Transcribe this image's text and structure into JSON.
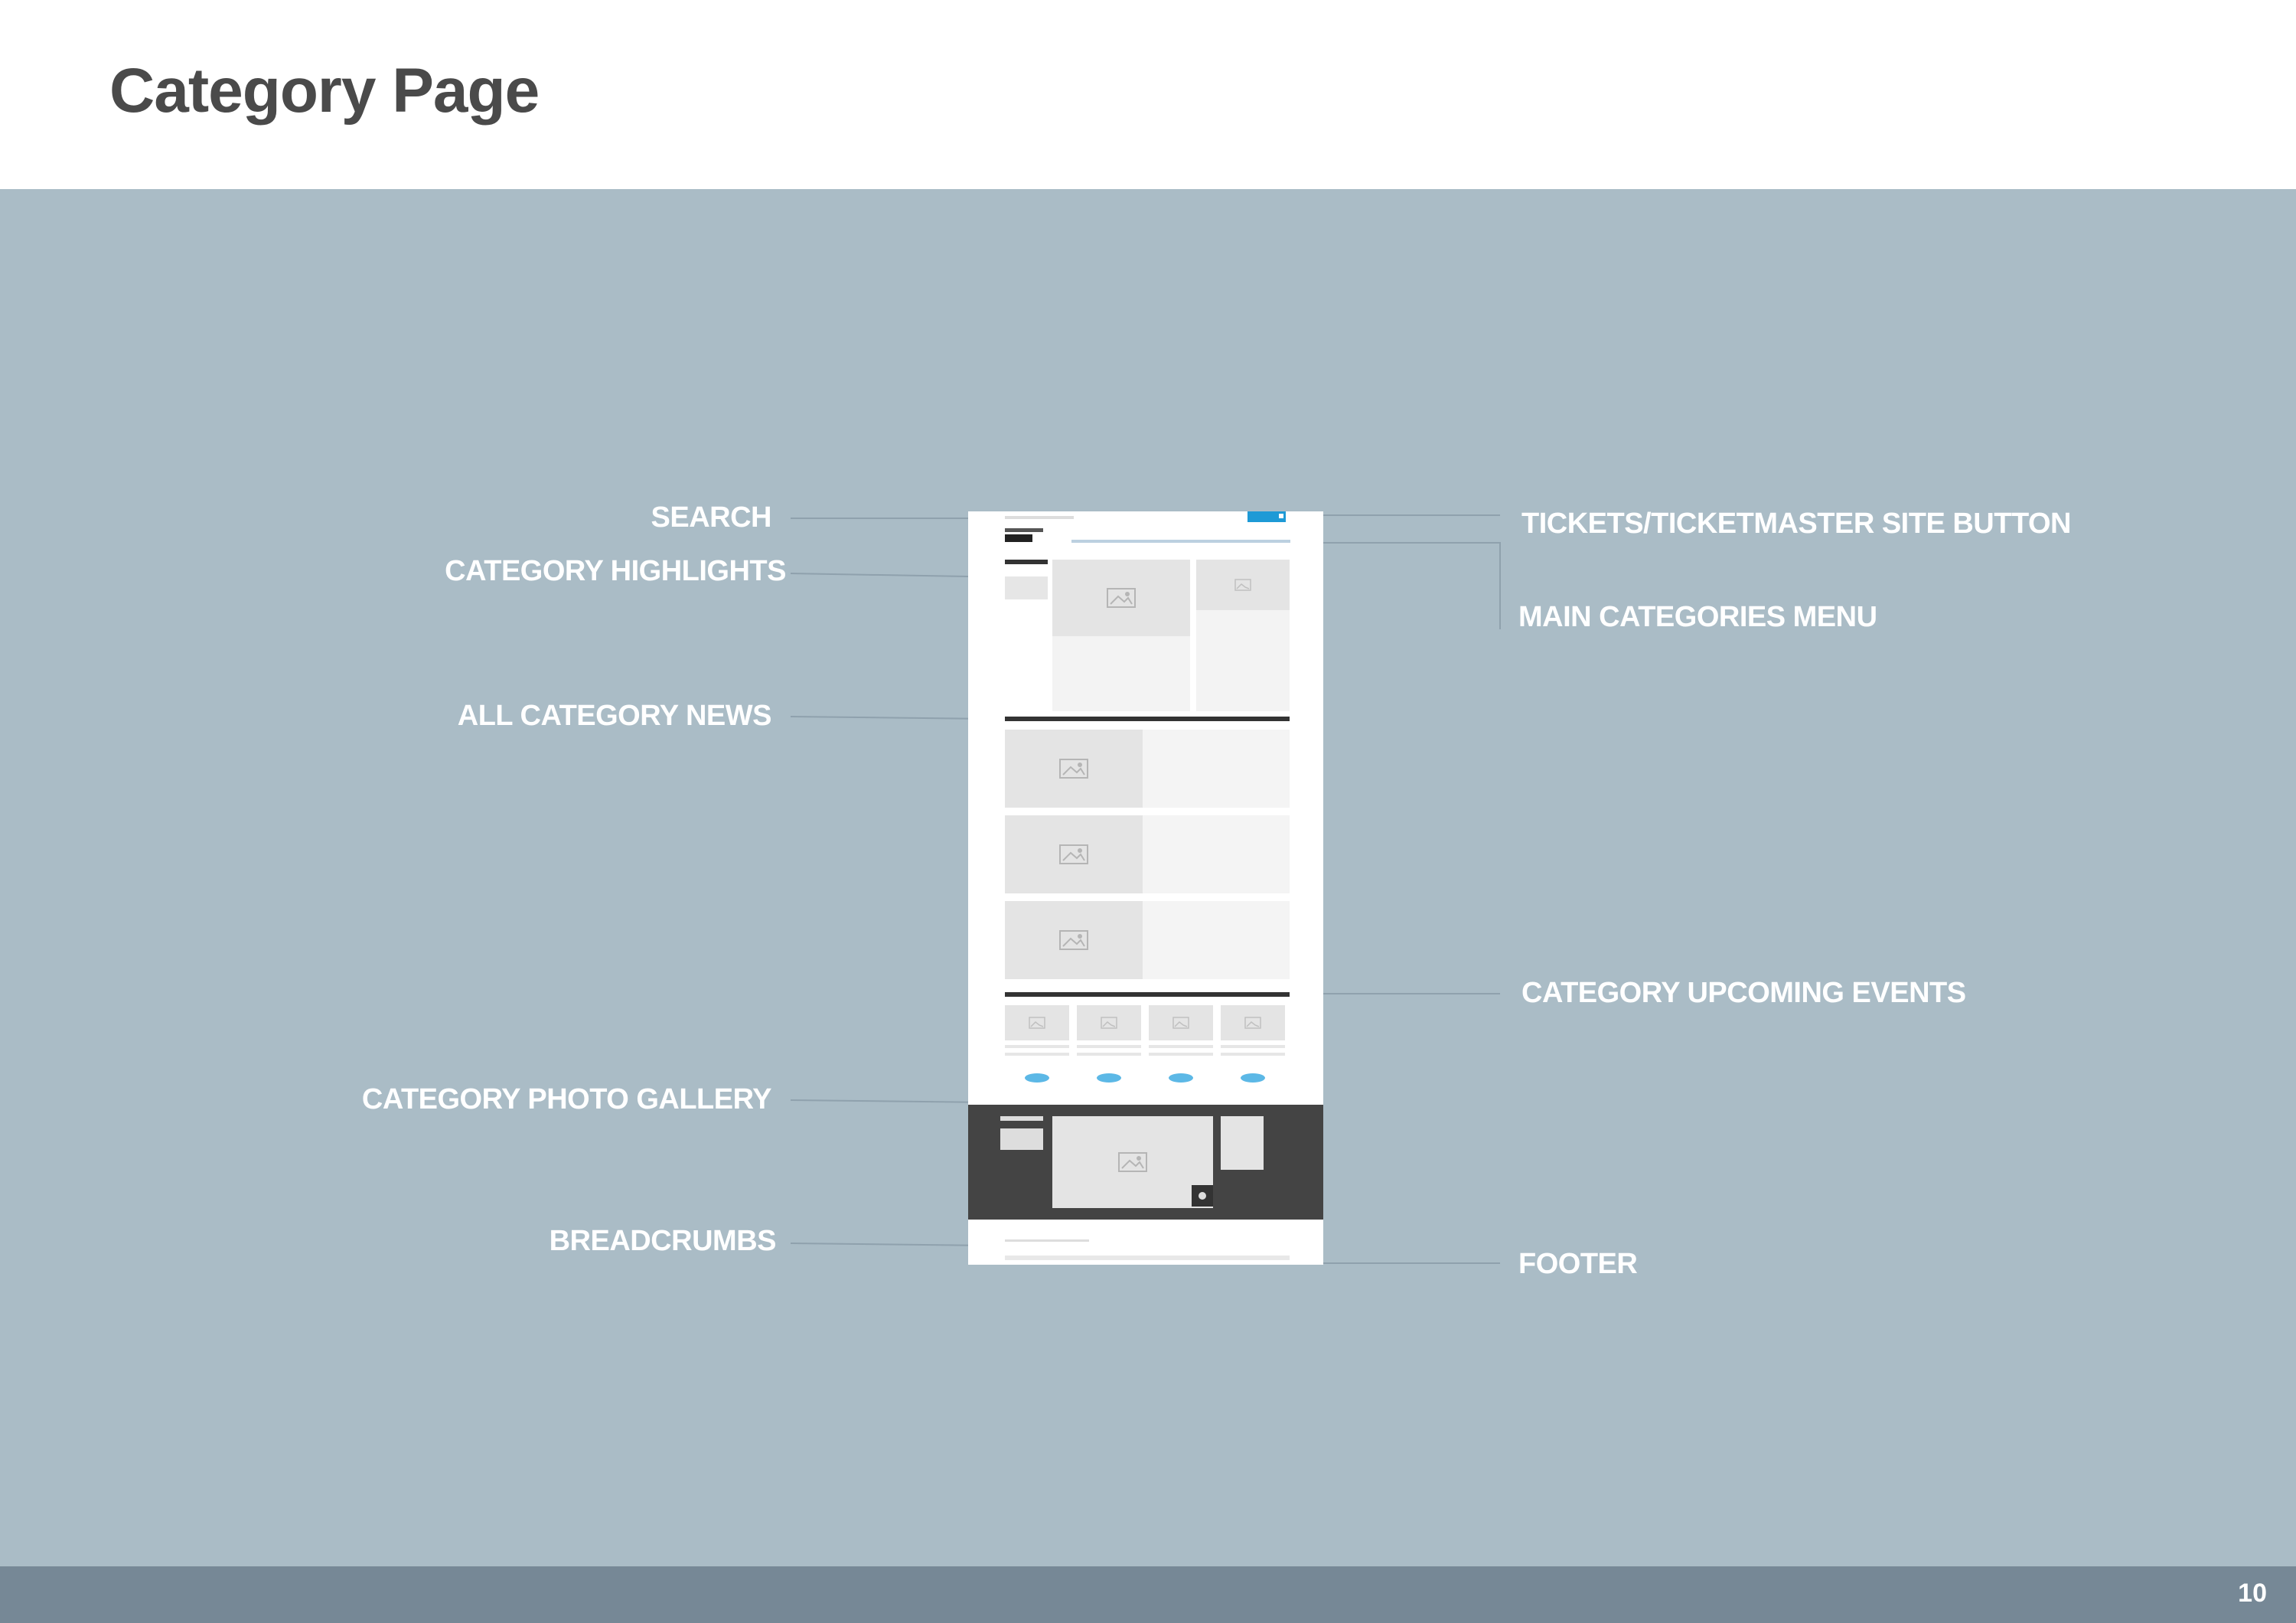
{
  "slide": {
    "title": "Category Page",
    "page_number": "10"
  },
  "annotations": {
    "left": {
      "search": "SEARCH",
      "category_highlights": "CATEGORY HIGHLIGHTS",
      "all_category_news": "ALL CATEGORY NEWS",
      "category_photo_gallery": "CATEGORY PHOTO GALLERY",
      "breadcrumbs": "BREADCRUMBS"
    },
    "right": {
      "tickets_button": "TICKETS/TICKETMASTER SITE BUTTON",
      "main_categories_menu": "MAIN CATEGORIES MENU",
      "category_upcoming_events": "CATEGORY UPCOMING EVENTS",
      "footer": "FOOTER"
    }
  },
  "colors": {
    "canvas": "#aabcc6",
    "footer_bar": "#768896",
    "title": "#4a4a4a",
    "wireframe_dark": "#444444",
    "wireframe_accent": "#1e9ad6"
  }
}
